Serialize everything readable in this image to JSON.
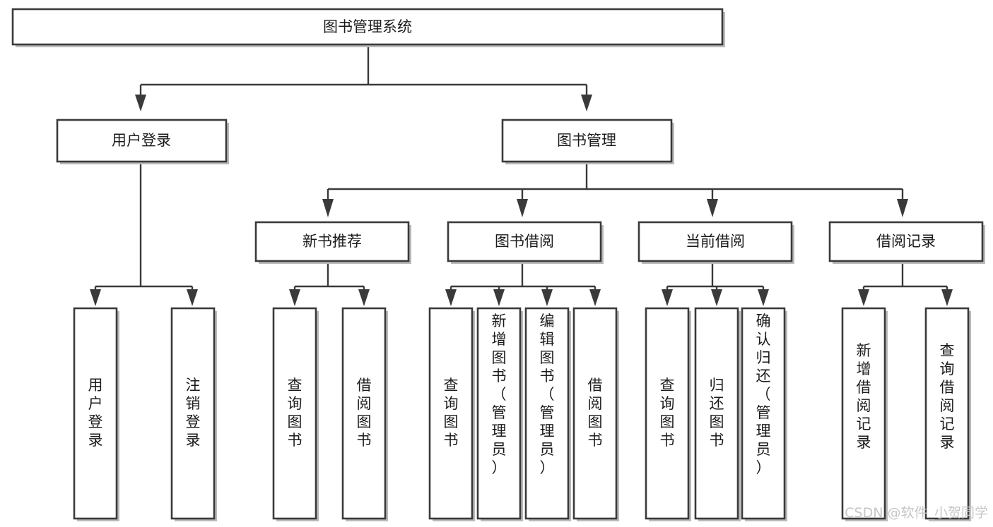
{
  "diagram": {
    "type": "tree-hierarchy",
    "title": "图书管理系统",
    "orientation": "top-down",
    "colors": {
      "box_stroke": "#3a3a3a",
      "box_fill": "#ffffff",
      "box_shadow": "#b9b9b9",
      "edge": "#3a3a3a",
      "text": "#1b1b1b",
      "watermark": "#c6c6c6",
      "background": "#ffffff"
    },
    "levels": [
      {
        "level": 1,
        "nodes": [
          {
            "id": "root",
            "label": "图书管理系统",
            "orientation": "horizontal"
          }
        ]
      },
      {
        "level": 2,
        "nodes": [
          {
            "id": "login",
            "label": "用户登录",
            "orientation": "horizontal",
            "parent": "root"
          },
          {
            "id": "bookmgmt",
            "label": "图书管理",
            "orientation": "horizontal",
            "parent": "root"
          }
        ]
      },
      {
        "level": 3,
        "nodes": [
          {
            "id": "newbook",
            "label": "新书推荐",
            "orientation": "horizontal",
            "parent": "bookmgmt"
          },
          {
            "id": "borrow",
            "label": "图书借阅",
            "orientation": "horizontal",
            "parent": "bookmgmt"
          },
          {
            "id": "current",
            "label": "当前借阅",
            "orientation": "horizontal",
            "parent": "bookmgmt"
          },
          {
            "id": "records",
            "label": "借阅记录",
            "orientation": "horizontal",
            "parent": "bookmgmt"
          }
        ]
      },
      {
        "level": 4,
        "nodes": [
          {
            "id": "leaf-user-login",
            "label": "用户登录",
            "orientation": "vertical",
            "parent": "login"
          },
          {
            "id": "leaf-user-logout",
            "label": "注销登录",
            "orientation": "vertical",
            "parent": "login"
          },
          {
            "id": "leaf-nb-query",
            "label": "查询图书",
            "orientation": "vertical",
            "parent": "newbook"
          },
          {
            "id": "leaf-nb-borrow",
            "label": "借阅图书",
            "orientation": "vertical",
            "parent": "newbook"
          },
          {
            "id": "leaf-bw-query",
            "label": "查询图书",
            "orientation": "vertical",
            "parent": "borrow"
          },
          {
            "id": "leaf-bw-add",
            "label": "新增图书（管理员）",
            "orientation": "vertical",
            "parent": "borrow"
          },
          {
            "id": "leaf-bw-edit",
            "label": "编辑图书（管理员）",
            "orientation": "vertical",
            "parent": "borrow"
          },
          {
            "id": "leaf-bw-borrow",
            "label": "借阅图书",
            "orientation": "vertical",
            "parent": "borrow"
          },
          {
            "id": "leaf-cur-query",
            "label": "查询图书",
            "orientation": "vertical",
            "parent": "current"
          },
          {
            "id": "leaf-cur-return",
            "label": "归还图书",
            "orientation": "vertical",
            "parent": "current"
          },
          {
            "id": "leaf-cur-confirm",
            "label": "确认归还（管理员）",
            "orientation": "vertical",
            "parent": "current"
          },
          {
            "id": "leaf-rec-add",
            "label": "新增借阅记录",
            "orientation": "vertical",
            "parent": "records"
          },
          {
            "id": "leaf-rec-query",
            "label": "查询借阅记录",
            "orientation": "vertical",
            "parent": "records"
          }
        ]
      }
    ]
  },
  "watermark": {
    "text": "CSDN @软件_小贺同学"
  }
}
